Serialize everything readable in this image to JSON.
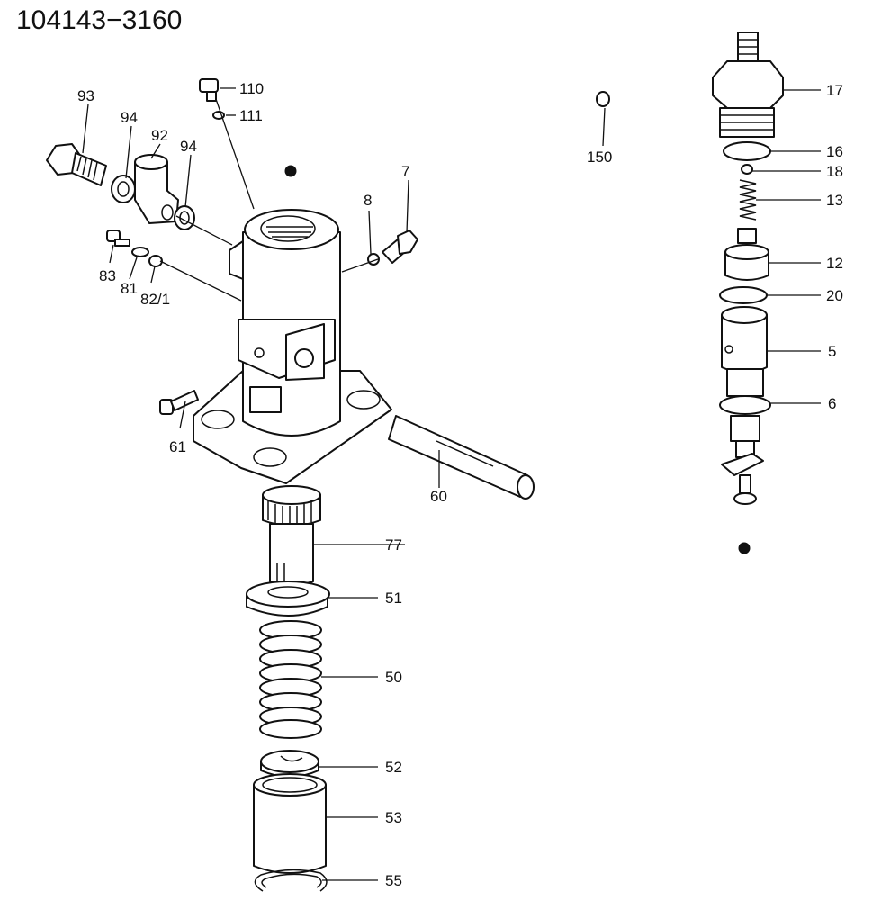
{
  "drawing_number": "104143−3160",
  "callouts": {
    "c110": "110",
    "c111": "111",
    "c93": "93",
    "c94a": "94",
    "c92": "92",
    "c94b": "94",
    "c8": "8",
    "c7": "7",
    "c83": "83",
    "c81": "81",
    "c82_1": "82/1",
    "c61": "61",
    "c60": "60",
    "c77": "77",
    "c51": "51",
    "c50": "50",
    "c52": "52",
    "c53": "53",
    "c55": "55",
    "c150": "150",
    "c17": "17",
    "c16": "16",
    "c18": "18",
    "c13": "13",
    "c12": "12",
    "c20": "20",
    "c5": "5",
    "c6": "6"
  }
}
